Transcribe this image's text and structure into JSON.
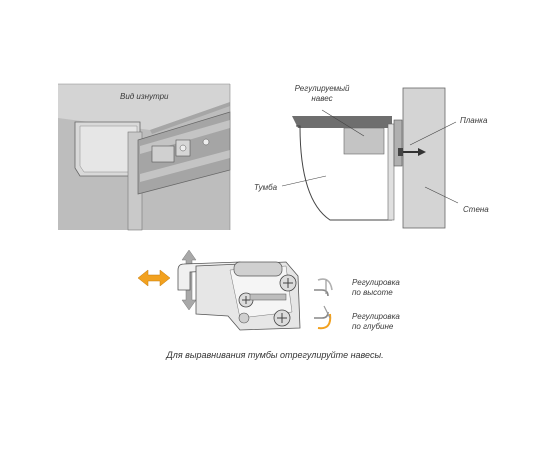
{
  "labels": {
    "inside_view": "Вид изнутри",
    "adjustable_hinge_line1": "Регулируемый",
    "adjustable_hinge_line2": "навес",
    "strip": "Планка",
    "cabinet": "Тумба",
    "wall": "Стена",
    "height_adjust_line1": "Регулировка",
    "height_adjust_line2": "по высоте",
    "depth_adjust_line1": "Регулировка",
    "depth_adjust_line2": "по глубине"
  },
  "caption": "Для выравнивания тумбы отрегулируйте навесы.",
  "colors": {
    "panel_gray": "#bdbdbd",
    "panel_light": "#e2e2e2",
    "outline": "#555555",
    "arrow_orange": "#f2a11f",
    "arrow_gray": "#a8a8a8"
  }
}
